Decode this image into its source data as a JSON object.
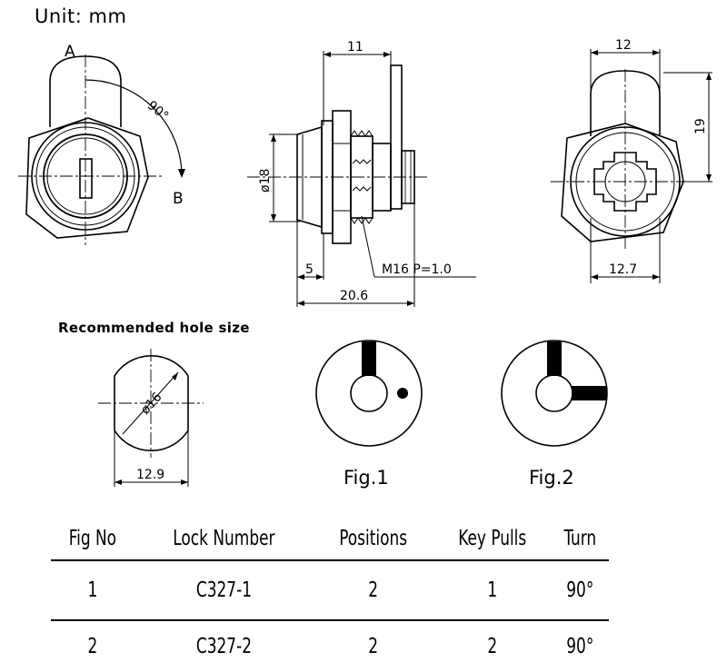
{
  "header": {
    "unit": "Unit: mm"
  },
  "front_view": {
    "label_a": "A",
    "label_b": "B",
    "angle": "90°"
  },
  "side_view": {
    "dim_top": "11",
    "dim_diameter": "ø18",
    "dim_flange": "5",
    "dim_total": "20.6",
    "thread": "M16 P=1.0"
  },
  "back_view": {
    "dim_width": "12",
    "dim_height": "19",
    "dim_base": "12.7"
  },
  "hole": {
    "title": "Recommended hole size",
    "diameter": "ø16",
    "width": "12.9"
  },
  "figures": {
    "fig1_label": "Fig.1",
    "fig2_label": "Fig.2"
  },
  "table": {
    "headers": [
      "Fig No",
      "Lock Number",
      "Positions",
      "Key Pulls",
      "Turn"
    ],
    "rows": [
      [
        "1",
        "C327-1",
        "2",
        "1",
        "90°"
      ],
      [
        "2",
        "C327-2",
        "2",
        "2",
        "90°"
      ]
    ]
  }
}
